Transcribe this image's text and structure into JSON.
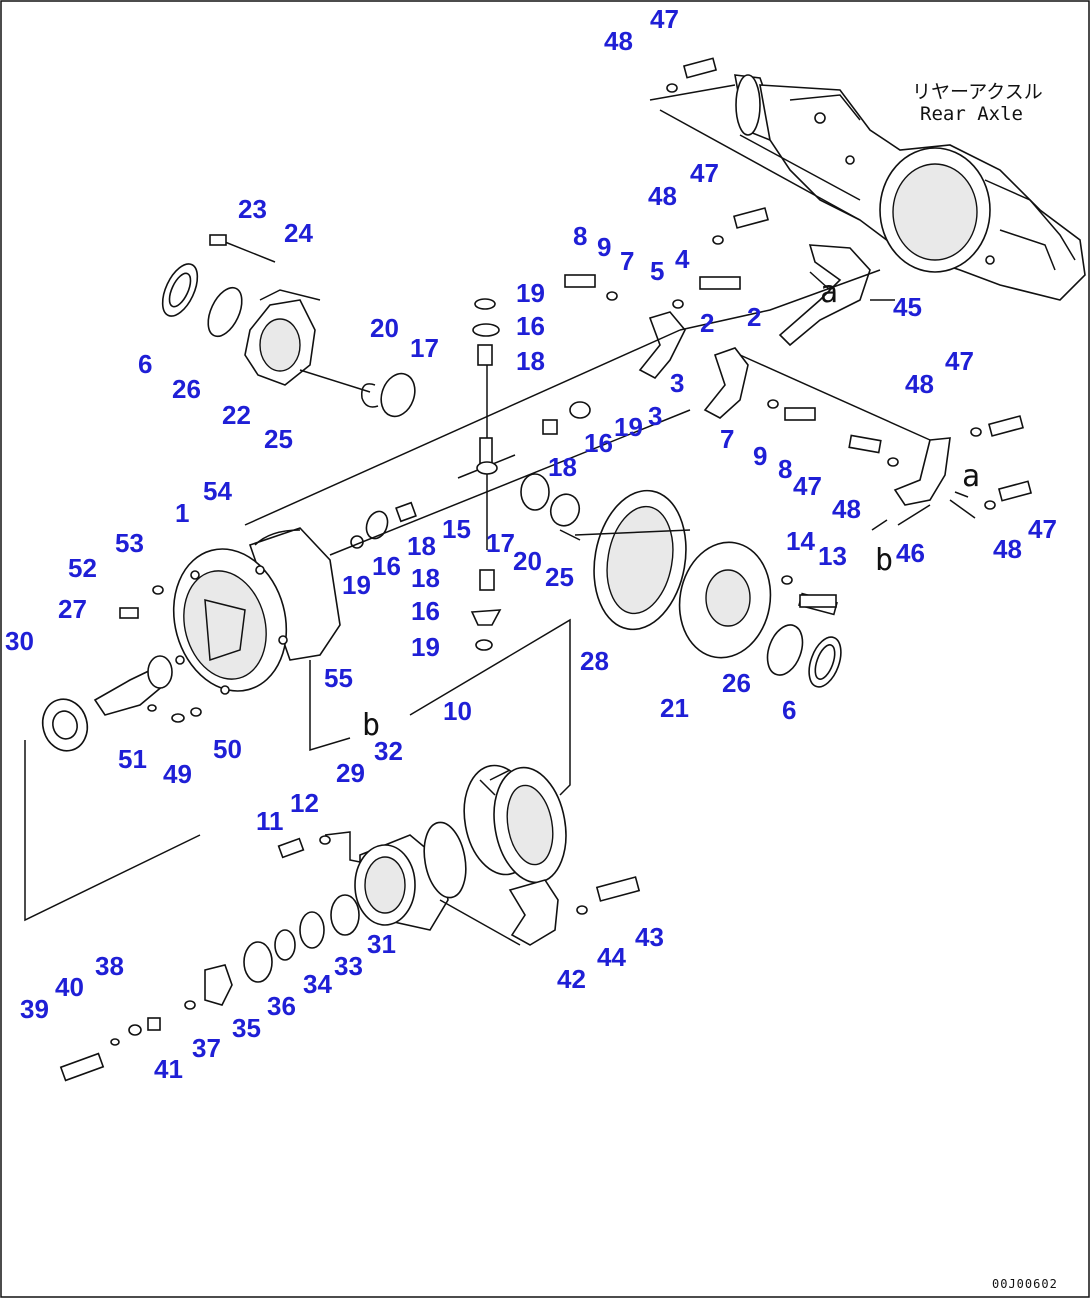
{
  "header": {
    "rear_axle_jp": "リヤーアクスル",
    "rear_axle_en": "Rear Axle"
  },
  "letters": {
    "a": "a",
    "b": "b"
  },
  "footer": {
    "code": "00J00602"
  },
  "callouts": [
    {
      "id": "c47a",
      "text": "47"
    },
    {
      "id": "c48a",
      "text": "48"
    },
    {
      "id": "c47b",
      "text": "47"
    },
    {
      "id": "c48b",
      "text": "48"
    },
    {
      "id": "c23",
      "text": "23"
    },
    {
      "id": "c24",
      "text": "24"
    },
    {
      "id": "c8a",
      "text": "8"
    },
    {
      "id": "c9a",
      "text": "9"
    },
    {
      "id": "c7a",
      "text": "7"
    },
    {
      "id": "c5",
      "text": "5"
    },
    {
      "id": "c4",
      "text": "4"
    },
    {
      "id": "c19a",
      "text": "19"
    },
    {
      "id": "c16a",
      "text": "16"
    },
    {
      "id": "c18a",
      "text": "18"
    },
    {
      "id": "c2a",
      "text": "2"
    },
    {
      "id": "c2b",
      "text": "2"
    },
    {
      "id": "c45",
      "text": "45"
    },
    {
      "id": "c6a",
      "text": "6"
    },
    {
      "id": "c26a",
      "text": "26"
    },
    {
      "id": "c22",
      "text": "22"
    },
    {
      "id": "c25a",
      "text": "25"
    },
    {
      "id": "c20a",
      "text": "20"
    },
    {
      "id": "c17a",
      "text": "17"
    },
    {
      "id": "c3a",
      "text": "3"
    },
    {
      "id": "c3b",
      "text": "3"
    },
    {
      "id": "c19b",
      "text": "19"
    },
    {
      "id": "c16b",
      "text": "16"
    },
    {
      "id": "c18b",
      "text": "18"
    },
    {
      "id": "c48c",
      "text": "48"
    },
    {
      "id": "c47c",
      "text": "47"
    },
    {
      "id": "c7b",
      "text": "7"
    },
    {
      "id": "c9b",
      "text": "9"
    },
    {
      "id": "c8b",
      "text": "8"
    },
    {
      "id": "c47d",
      "text": "47"
    },
    {
      "id": "c48d",
      "text": "48"
    },
    {
      "id": "c54",
      "text": "54"
    },
    {
      "id": "c1",
      "text": "1"
    },
    {
      "id": "c15",
      "text": "15"
    },
    {
      "id": "c17b",
      "text": "17"
    },
    {
      "id": "c20b",
      "text": "20"
    },
    {
      "id": "c25b",
      "text": "25"
    },
    {
      "id": "c16c",
      "text": "16"
    },
    {
      "id": "c18c",
      "text": "18"
    },
    {
      "id": "c19c",
      "text": "19"
    },
    {
      "id": "c46",
      "text": "46"
    },
    {
      "id": "c48e",
      "text": "48"
    },
    {
      "id": "c47e",
      "text": "47"
    },
    {
      "id": "c53",
      "text": "53"
    },
    {
      "id": "c52",
      "text": "52"
    },
    {
      "id": "c27",
      "text": "27"
    },
    {
      "id": "c30",
      "text": "30"
    },
    {
      "id": "c18d",
      "text": "18"
    },
    {
      "id": "c16d",
      "text": "16"
    },
    {
      "id": "c19d",
      "text": "19"
    },
    {
      "id": "c14",
      "text": "14"
    },
    {
      "id": "c13",
      "text": "13"
    },
    {
      "id": "c55",
      "text": "55"
    },
    {
      "id": "c28",
      "text": "28"
    },
    {
      "id": "c26b",
      "text": "26"
    },
    {
      "id": "c21",
      "text": "21"
    },
    {
      "id": "c6b",
      "text": "6"
    },
    {
      "id": "c51",
      "text": "51"
    },
    {
      "id": "c49",
      "text": "49"
    },
    {
      "id": "c50",
      "text": "50"
    },
    {
      "id": "c10",
      "text": "10"
    },
    {
      "id": "c29",
      "text": "29"
    },
    {
      "id": "c32",
      "text": "32"
    },
    {
      "id": "c11",
      "text": "11"
    },
    {
      "id": "c12",
      "text": "12"
    },
    {
      "id": "c31",
      "text": "31"
    },
    {
      "id": "c33",
      "text": "33"
    },
    {
      "id": "c34",
      "text": "34"
    },
    {
      "id": "c36",
      "text": "36"
    },
    {
      "id": "c35",
      "text": "35"
    },
    {
      "id": "c42",
      "text": "42"
    },
    {
      "id": "c44",
      "text": "44"
    },
    {
      "id": "c43",
      "text": "43"
    },
    {
      "id": "c38",
      "text": "38"
    },
    {
      "id": "c39",
      "text": "39"
    },
    {
      "id": "c40",
      "text": "40"
    },
    {
      "id": "c41",
      "text": "41"
    },
    {
      "id": "c37",
      "text": "37"
    }
  ]
}
